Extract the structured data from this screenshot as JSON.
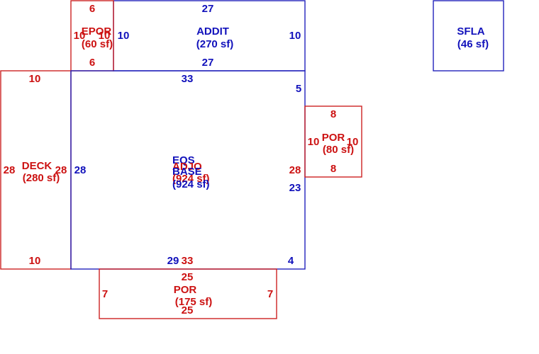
{
  "sketch": {
    "colors": {
      "red": "#cc1111",
      "blue": "#1111bb"
    },
    "addit": {
      "name": "ADDIT",
      "area": "(270 sf)",
      "top": "27",
      "bottom": "27",
      "left": "10",
      "right": "10"
    },
    "epor": {
      "name": "EPOR",
      "area": "(60 sf)",
      "top": "6",
      "bottom": "6",
      "left": "10",
      "right": "10"
    },
    "sfla": {
      "name": "SFLA",
      "area": "(46 sf)"
    },
    "deck": {
      "name": "DECK",
      "area": "(280 sf)",
      "top": "10",
      "bottom": "10",
      "left": "28",
      "right": "28"
    },
    "base": {
      "eqs_name": "EQS",
      "base_name": "BASE",
      "area": "(924 sf)",
      "adjo_name": "ADJO",
      "adjo_area": "(924 sf)",
      "top": "33",
      "left": "28",
      "right_red": "28",
      "right_blue_top": "5",
      "right_blue_mid": "23",
      "bottom_blue": "29",
      "bottom_red": "33",
      "bottom_right": "4"
    },
    "por_east": {
      "name": "POR",
      "area": "(80 sf)",
      "top": "8",
      "bottom": "8",
      "left": "10",
      "right": "10"
    },
    "por_south": {
      "name": "POR",
      "area": "(175 sf)",
      "top": "25",
      "bottom": "25",
      "left": "7",
      "right": "7"
    }
  }
}
